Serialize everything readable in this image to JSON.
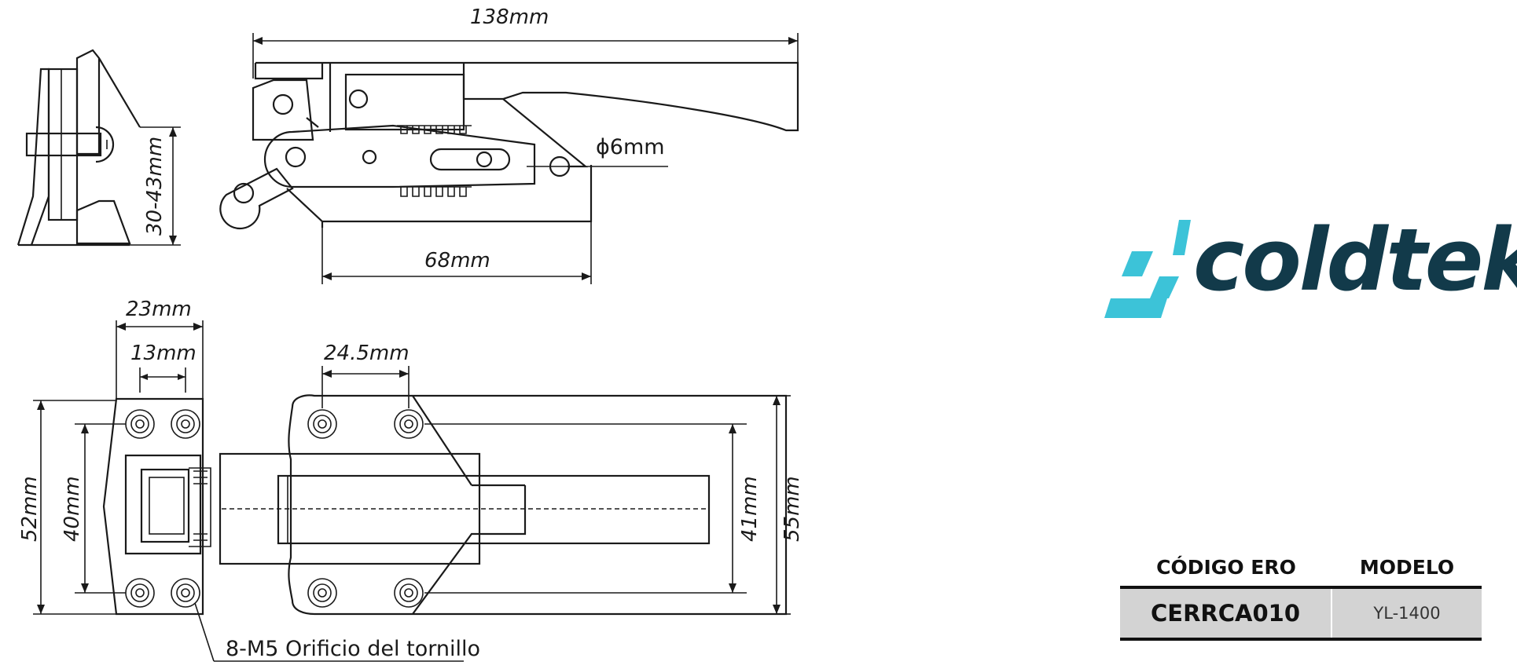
{
  "dimensions": {
    "overall_length": "138mm",
    "plate_thickness": "30-43mm",
    "hole_diameter": "ϕ6mm",
    "base_length": "68mm",
    "hinge_width": "23mm",
    "hinge_hole_spacing": "13mm",
    "latch_hole_spacing": "24.5mm",
    "hinge_height": "52mm",
    "hinge_hole_span": "40mm",
    "latch_hole_span": "41mm",
    "latch_height": "55mm",
    "screw_note": "8-M5 Orificio del tornillo"
  },
  "brand": {
    "name": "coldtek",
    "colors": {
      "mark": "#3cc3d8",
      "word": "#123a4a"
    }
  },
  "spec_table": {
    "header_code": "CÓDIGO ERO",
    "header_model": "MODELO",
    "code": "CERRCA010",
    "model": "YL-1400"
  }
}
